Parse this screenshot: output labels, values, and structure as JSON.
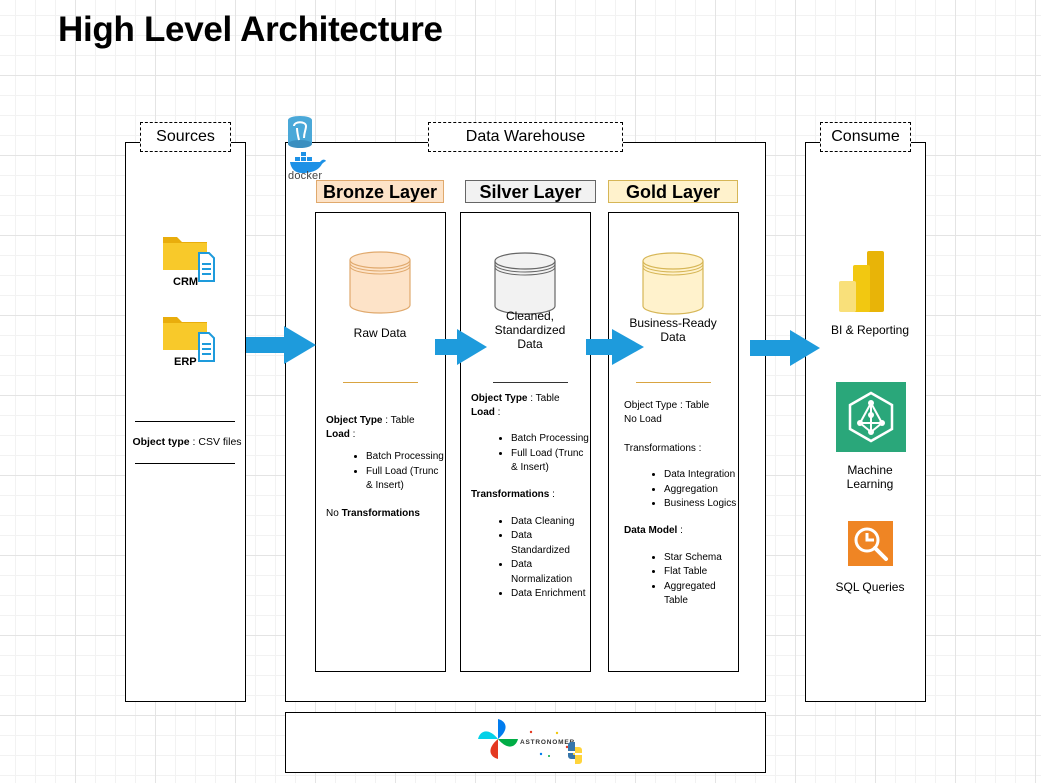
{
  "title": "High Level Architecture",
  "sources": {
    "header": "Sources",
    "crm_label": "CRM",
    "erp_label": "ERP",
    "object_type_key": "Object type",
    "object_type_value": " : CSV files"
  },
  "warehouse": {
    "header": "Data Warehouse",
    "docker_text": "docker"
  },
  "bronze": {
    "title": "Bronze Layer",
    "caption": "Raw Data",
    "object_type_key": "Object Type",
    "object_type_value": " : Table",
    "load_key": "Load",
    "load_suffix": " :",
    "load_items": [
      "Batch Processing",
      "Full Load (Trunc & Insert)"
    ],
    "transform_prefix": "No ",
    "transform_key": "Transformations"
  },
  "silver": {
    "title": "Silver Layer",
    "caption": "Cleaned, Standardized Data",
    "object_type_key": "Object Type",
    "object_type_value": " : Table",
    "load_key": "Load",
    "load_suffix": " :",
    "load_items": [
      "Batch Processing",
      "Full Load (Trunc & Insert)"
    ],
    "transform_key": "Transformations",
    "transform_suffix": " :",
    "transform_items": [
      "Data Cleaning",
      "Data Standardized",
      "Data Normalization",
      "Data Enrichment"
    ]
  },
  "gold": {
    "title": "Gold Layer",
    "caption": "Business-Ready Data",
    "object_type_line": "Object Type : Table",
    "load_line": "No Load",
    "transform_line": "Transformations :",
    "transform_items": [
      "Data Integration",
      "Aggregation",
      "Business Logics"
    ],
    "model_key": "Data Model",
    "model_suffix": " :",
    "model_items": [
      "Star Schema",
      "Flat Table",
      "Aggregated Table"
    ]
  },
  "consume": {
    "header": "Consume",
    "bi_label": "BI & Reporting",
    "ml_label": "Machine Learning",
    "sql_label": "SQL Queries"
  },
  "orchestration": {
    "logo_text": "ASTRONOMER"
  },
  "colors": {
    "arrow": "#1e9bdc",
    "bronze_fill": "#fde3c8",
    "bronze_stroke": "#e0a96d",
    "silver_fill": "#f2f2f2",
    "silver_stroke": "#666666",
    "gold_fill": "#fff2cc",
    "gold_stroke": "#d6b656",
    "folder": "#f5c518",
    "powerbi": "#f2c811",
    "ml_green": "#2aa77a",
    "sql_orange": "#ef8524"
  }
}
